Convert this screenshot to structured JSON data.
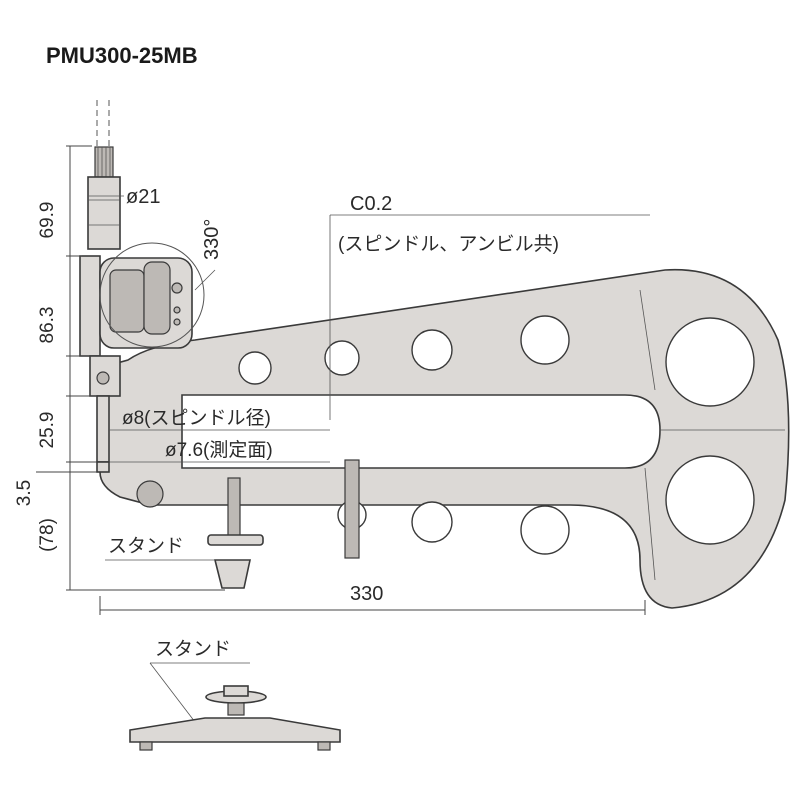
{
  "title": "PMU300-25MB",
  "dims": {
    "d_69_9": "69.9",
    "d_86_3": "86.3",
    "d_25_9": "25.9",
    "d_3_5": "3.5",
    "d_78": "(78)",
    "d_330": "330",
    "dia_21": "ø21",
    "angle_330": "330°"
  },
  "notes": {
    "chamfer": "C0.2",
    "chamfer_sub": "(スピンドル、アンビル共)",
    "spindle_dia": "ø8(スピンドル径)",
    "face_dia": "ø7.6(測定面)",
    "stand_1": "スタンド",
    "stand_2": "スタンド"
  },
  "colors": {
    "body": "#dcd9d6",
    "line": "#3a3a3a"
  }
}
